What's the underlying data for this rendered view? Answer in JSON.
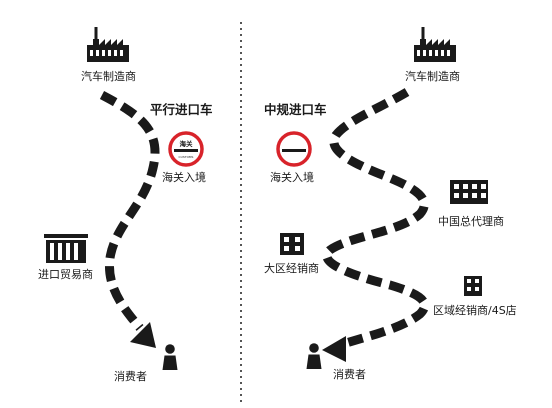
{
  "left_route": {
    "title": "平行进口车",
    "nodes": {
      "manufacturer": "汽车制造商",
      "customs": "海关入境",
      "trader": "进口贸易商",
      "consumer": "消费者"
    }
  },
  "right_route": {
    "title": "中规进口车",
    "nodes": {
      "manufacturer": "汽车制造商",
      "customs": "海关入境",
      "general_agent": "中国总代理商",
      "regional_dealer": "大区经销商",
      "local_dealer": "区域经销商/4S店",
      "consumer": "消费者"
    }
  },
  "customs_sign": {
    "top_text": "海关",
    "bottom_text": "CUSTOMS"
  },
  "colors": {
    "ink": "#1a1a1a",
    "sign_red": "#d8232a",
    "divider": "#555555"
  },
  "icons": [
    "factory-icon",
    "customs-sign-icon",
    "warehouse-icon",
    "building-icon",
    "person-icon",
    "dashed-arrow"
  ]
}
